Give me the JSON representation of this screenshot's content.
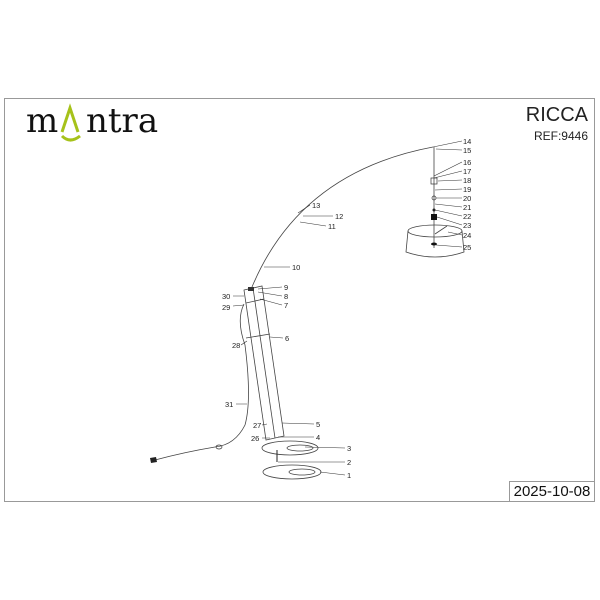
{
  "brand": {
    "logo_text": "m ntra",
    "logo_wordmark": "mantra",
    "accent_color": "#a6c21a"
  },
  "product": {
    "name": "RICCA",
    "ref": "REF:9446"
  },
  "date": "2025-10-08",
  "parts": [
    "1",
    "2",
    "3",
    "4",
    "5",
    "6",
    "7",
    "8",
    "9",
    "10",
    "11",
    "12",
    "13",
    "14",
    "15",
    "16",
    "17",
    "18",
    "19",
    "20",
    "21",
    "22",
    "23",
    "24",
    "25",
    "26",
    "27",
    "28",
    "29",
    "30",
    "31"
  ]
}
